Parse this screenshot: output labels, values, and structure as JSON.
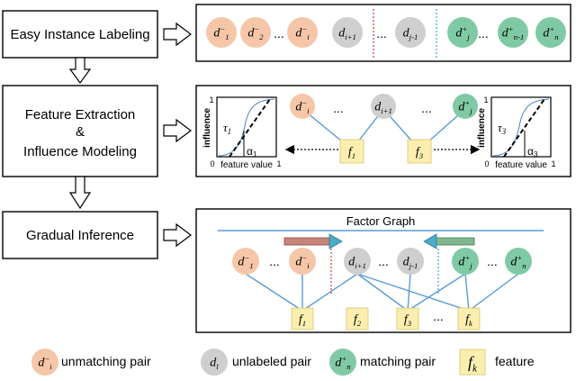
{
  "colors": {
    "unmatching": "#f6c6a8",
    "unlabeled": "#cfcfcf",
    "matching": "#7fcaa5",
    "feature": "#fbefb0",
    "edge": "#5b9bd5",
    "red_divider": "#c0504d",
    "green_divider": "#4bacc6",
    "red_arrow": "#c0504d",
    "green_arrow": "#4bacc6"
  },
  "stages": {
    "stage1": "Easy Instance Labeling",
    "stage2_line1": "Feature Extraction",
    "stage2_line2": "&",
    "stage2_line3": "Influence Modeling",
    "stage3": "Gradual Inference"
  },
  "panel1": {
    "nodes": [
      {
        "b": "d",
        "sup": "−",
        "sub": "1"
      },
      {
        "b": "d",
        "sup": "−",
        "sub": "2"
      },
      {
        "b": "d",
        "sup": "−",
        "sub": "i"
      },
      {
        "b": "d",
        "sup": "",
        "sub": "i+1"
      },
      {
        "b": "d",
        "sup": "",
        "sub": "j-1"
      },
      {
        "b": "d",
        "sup": "+",
        "sub": "j"
      },
      {
        "b": "d",
        "sup": "+",
        "sub": "n-1"
      },
      {
        "b": "d",
        "sup": "+",
        "sub": "n"
      }
    ],
    "dots": "..."
  },
  "panel2": {
    "left_plot": {
      "ylabel": "influence",
      "xlabel": "feature value",
      "tick_0": "0",
      "tick_1_y": "1",
      "tick_1_x": "1",
      "tau": "τ",
      "tau_sub": "1",
      "alpha": "α",
      "alpha_sub": "1"
    },
    "right_plot": {
      "ylabel": "influence",
      "xlabel": "feature value",
      "tick_0": "0",
      "tick_1_y": "1",
      "tick_1_x": "1",
      "tau": "τ",
      "tau_sub": "3",
      "alpha": "α",
      "alpha_sub": "3"
    },
    "nodes": [
      {
        "b": "d",
        "sup": "−",
        "sub": "i"
      },
      {
        "b": "d",
        "sup": "",
        "sub": "i+1"
      },
      {
        "b": "d",
        "sup": "+",
        "sub": "j"
      }
    ],
    "features": [
      {
        "b": "f",
        "sub": "1"
      },
      {
        "b": "f",
        "sub": "3"
      }
    ],
    "dots": "..."
  },
  "panel3": {
    "title": "Factor Graph",
    "nodes": [
      {
        "b": "d",
        "sup": "−",
        "sub": "1"
      },
      {
        "b": "d",
        "sup": "−",
        "sub": "i"
      },
      {
        "b": "d",
        "sup": "",
        "sub": "i+1"
      },
      {
        "b": "d",
        "sup": "",
        "sub": "j-1"
      },
      {
        "b": "d",
        "sup": "+",
        "sub": "j"
      },
      {
        "b": "d",
        "sup": "+",
        "sub": "n"
      }
    ],
    "features": [
      {
        "b": "f",
        "sub": "1"
      },
      {
        "b": "f",
        "sub": "2"
      },
      {
        "b": "f",
        "sub": "3"
      },
      {
        "b": "f",
        "sub": "k"
      }
    ],
    "dots": "...",
    "fdots": "..."
  },
  "legend": {
    "unmatching_node": {
      "b": "d",
      "sup": "−",
      "sub": "i"
    },
    "unmatching_label": "unmatching pair",
    "unlabeled_node": {
      "b": "d",
      "sup": "",
      "sub": "l"
    },
    "unlabeled_label": "unlabeled pair",
    "matching_node": {
      "b": "d",
      "sup": "+",
      "sub": "n"
    },
    "matching_label": "matching pair",
    "feature_node": {
      "b": "f",
      "sub": "k"
    },
    "feature_label": "feature"
  }
}
